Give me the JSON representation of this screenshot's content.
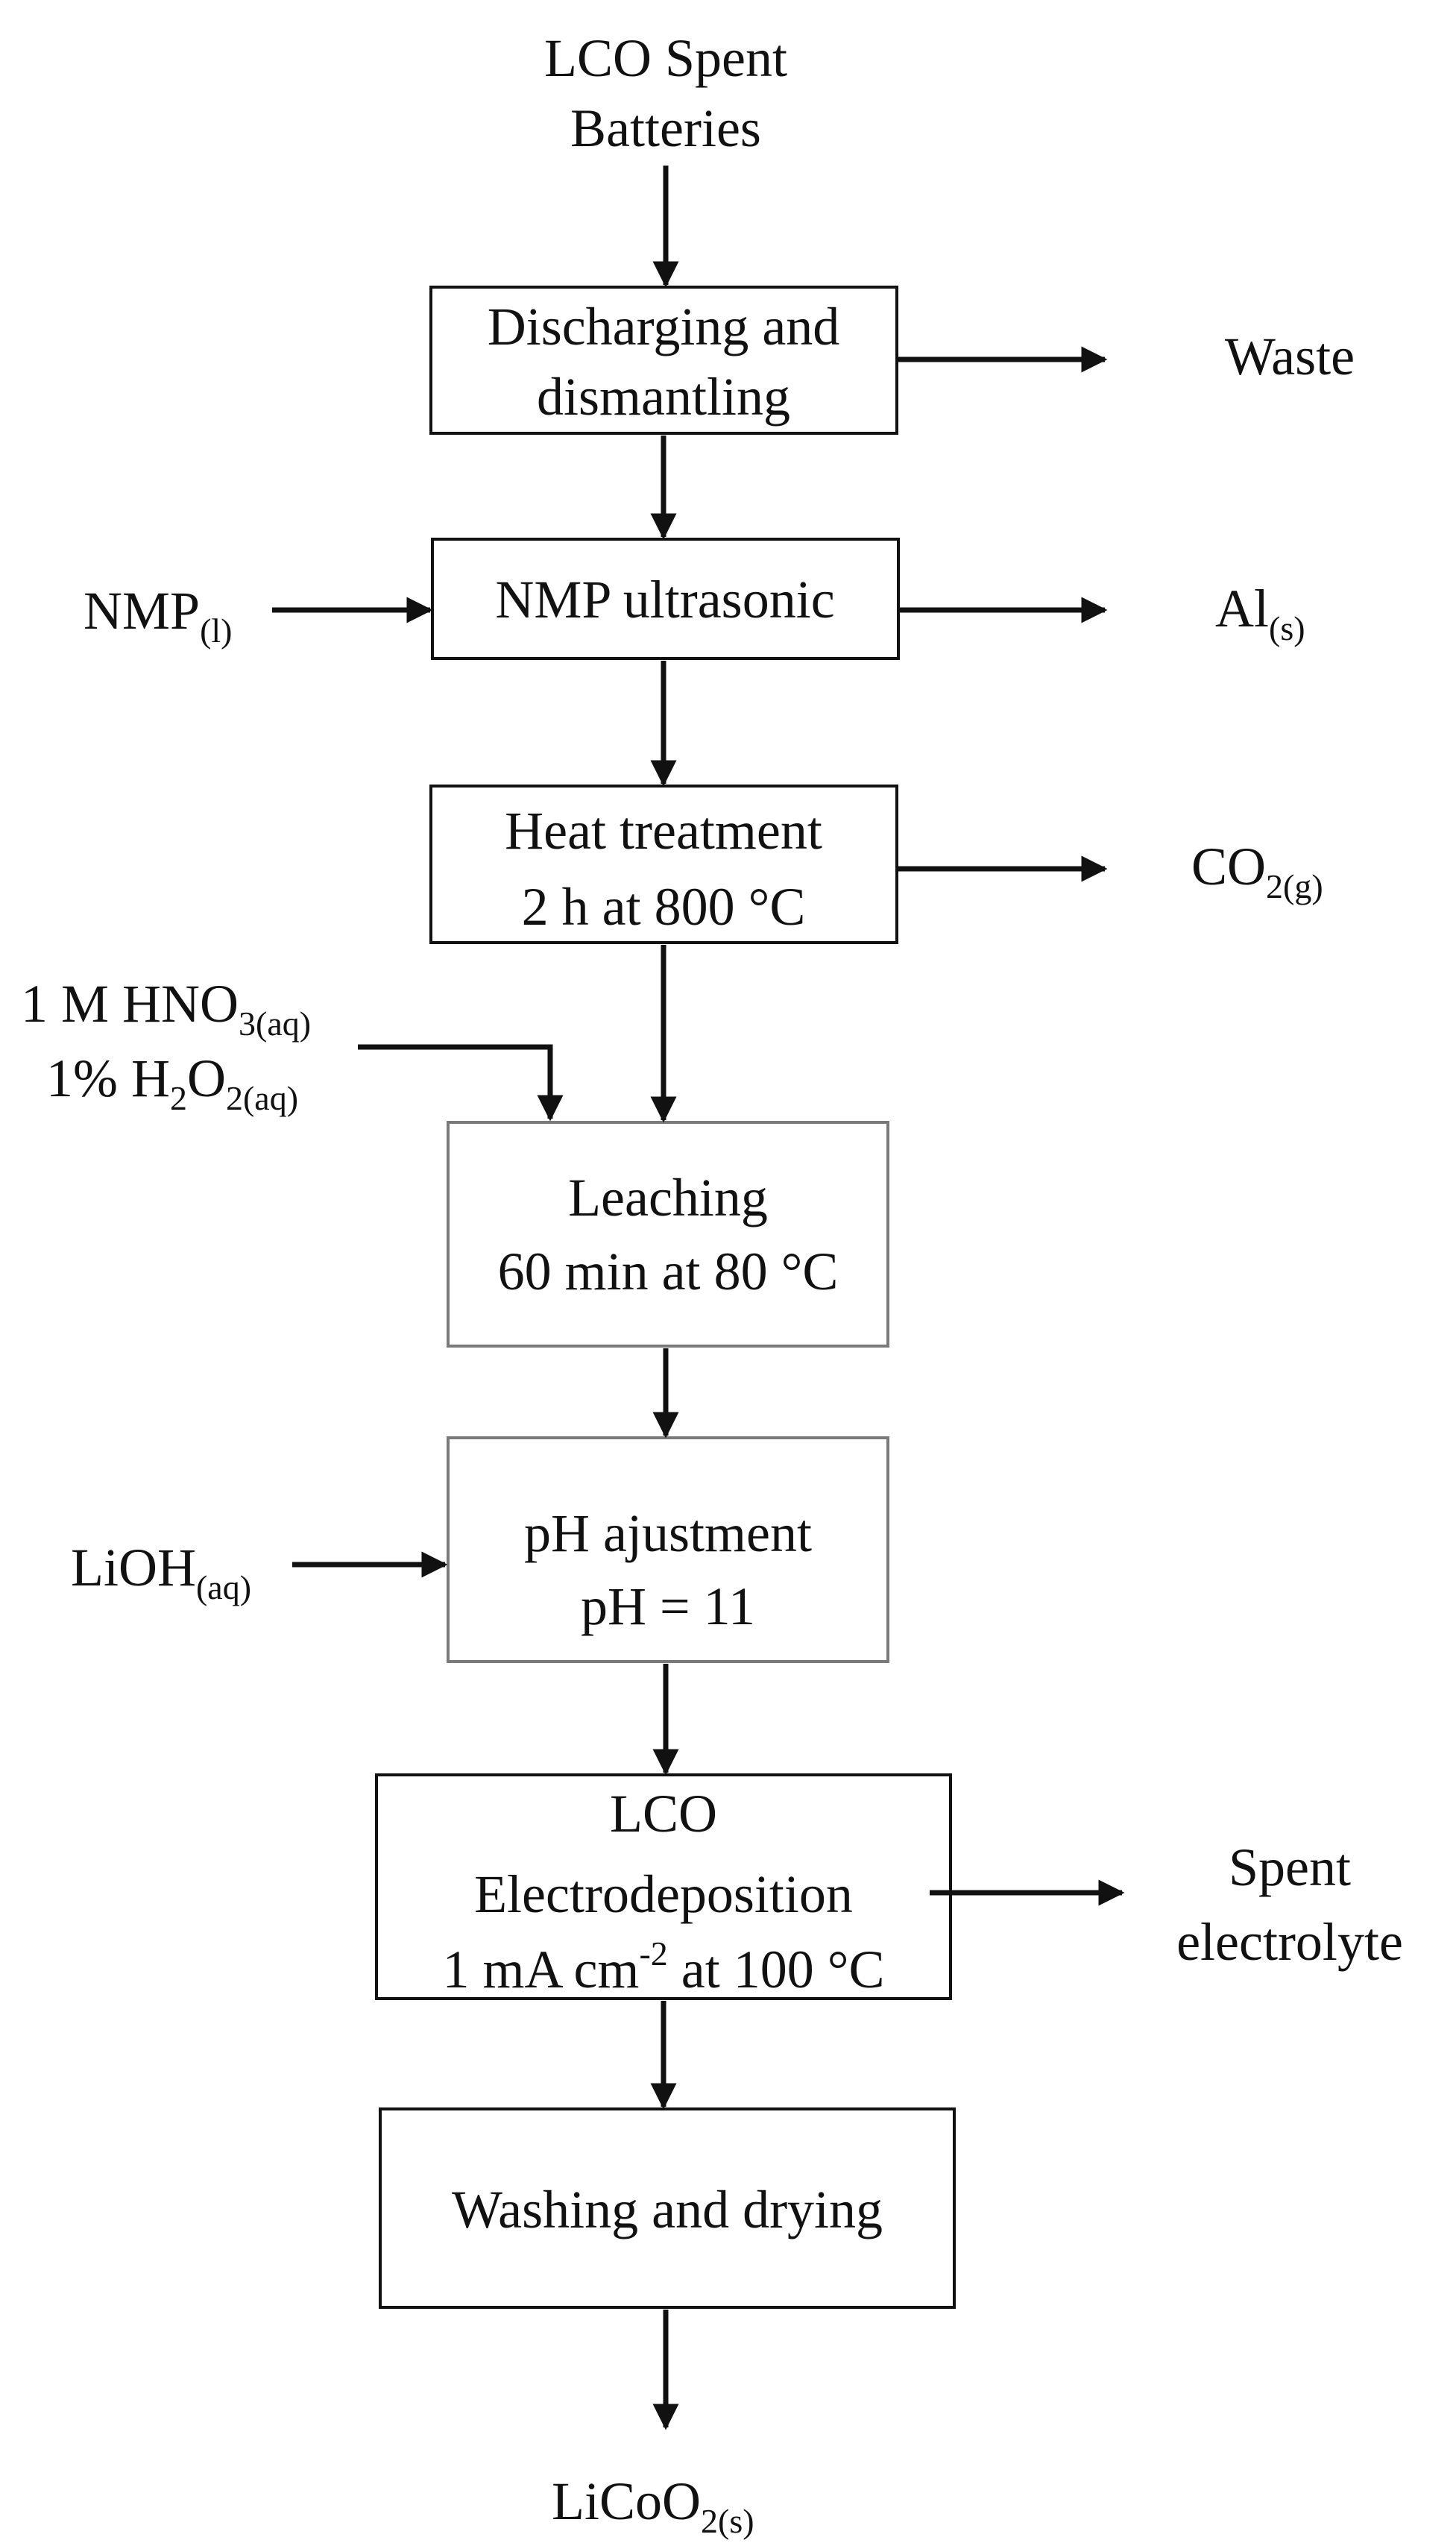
{
  "diagram": {
    "input": {
      "line1": "LCO Spent",
      "line2": "Batteries"
    },
    "steps": {
      "discharge": {
        "line1": "Discharging and",
        "line2": "dismantling"
      },
      "nmp": {
        "line1": "NMP ultrasonic"
      },
      "heat": {
        "line1": "Heat treatment",
        "line2": "2 h at 800 °C"
      },
      "leach": {
        "line1": "Leaching",
        "line2": "60 min at 80 °C"
      },
      "ph": {
        "line1": "pH ajustment",
        "line2": "pH = 11"
      },
      "electro": {
        "line1": "LCO",
        "line2": "Electrodeposition",
        "line3_main": "1 mA cm",
        "line3_sup": "-2",
        "line3_rest": " at 100 °C"
      },
      "wash": {
        "line1": "Washing and drying"
      }
    },
    "side_outputs": {
      "waste": "Waste",
      "al": {
        "main": "Al",
        "sub": "(s)"
      },
      "co2": {
        "main": "CO",
        "sub": "2(g)"
      },
      "spent": {
        "line1": "Spent",
        "line2": "electrolyte"
      }
    },
    "side_inputs": {
      "nmp": {
        "main": "NMP",
        "sub": "(l)"
      },
      "hno3": {
        "main": "1 M HNO",
        "sub": "3(aq)"
      },
      "h2o2": {
        "pre": "1% H",
        "sub1": "2",
        "mid": "O",
        "sub2": "2(aq)"
      },
      "lioh": {
        "main": "LiOH",
        "sub": "(aq)"
      }
    },
    "product": {
      "main": "LiCoO",
      "sub": "2(s)"
    },
    "colors": {
      "box_border_dark": "#111111",
      "box_border_gray": "#7a7a7a",
      "arrow": "#111111"
    }
  }
}
